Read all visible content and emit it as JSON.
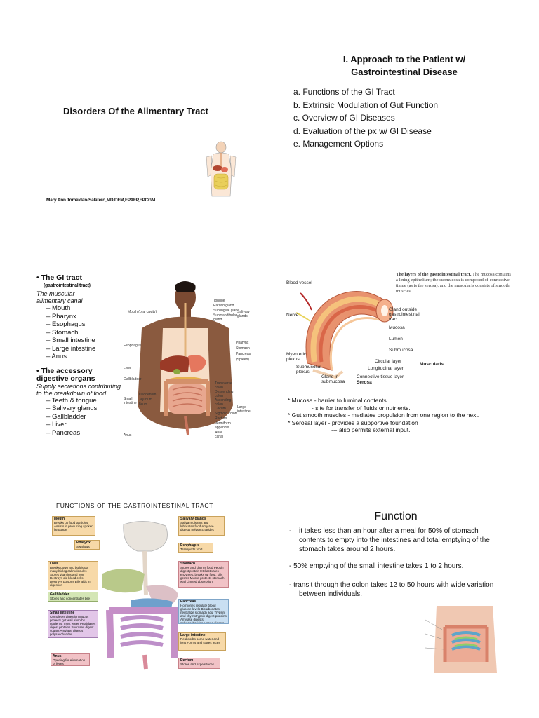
{
  "slide1": {
    "title": "Disorders Of the Alimentary Tract",
    "author": "Mary Ann Tomeldan-Salatero,MD,DFM,FPAFP,FPCGM"
  },
  "slide2": {
    "title_line1": "I. Approach to the Patient w/",
    "title_line2": "Gastrointestinal Disease",
    "items": [
      "a. Functions of the GI Tract",
      "b. Extrinsic Modulation of Gut Function",
      "c. Overview of GI Diseases",
      "d. Evaluation of the px w/ GI Disease",
      "e. Management  Options"
    ]
  },
  "slide3": {
    "gi_title": "The GI tract",
    "gi_sub": "(gastrointestinal tract)",
    "gi_desc": "The muscular alimentary canal",
    "gi_items": [
      "Mouth",
      "Pharynx",
      "Esophagus",
      "Stomach",
      "Small intestine",
      "Large intestine",
      "Anus"
    ],
    "acc_title": "The accessory digestive organs",
    "acc_desc": "Supply secretions contributing to the breakdown of food",
    "acc_items": [
      "Teeth & tongue",
      "Salivary glands",
      "Gallbladder",
      "Liver",
      "Pancreas"
    ],
    "fig_labels_left": [
      "Mouth (oral cavity)",
      "Esophagus",
      "Liver",
      "Gallbladder",
      "Duodenum",
      "Jejunum",
      "Ileum",
      "Small intestine",
      "Anus"
    ],
    "fig_labels_right": [
      "Tongue",
      "Parotid gland",
      "Sublingual gland",
      "Submandibular gland",
      "Salivary glands",
      "Pharynx",
      "Stomach",
      "Pancreas",
      "(Spleen)",
      "Transverse colon",
      "Descending colon",
      "Ascending colon",
      "Cecum",
      "Sigmoid colon",
      "Rectum",
      "Vermiform appendix",
      "Anal canal",
      "Large intestine"
    ]
  },
  "slide4": {
    "caption_bold": "The layers of the gastrointestinal tract.",
    "caption_rest": " The mucosa contains a lining epithelium; the submucosa is composed of connective tissue (as is the serosa), and the muscularis consists of smooth muscles.",
    "labels": [
      "Blood vessel",
      "Nerve",
      "Gland outside gastrointestinal tract",
      "Mucosa",
      "Lumen",
      "Submucosa",
      "Myenteric plexus",
      "Submucosal plexus",
      "Circular layer",
      "Longitudinal layer",
      "Muscularis",
      "Gland in submucosa",
      "Connective tissue layer",
      "Serosa"
    ],
    "notes": [
      "* Mucosa - barrier to luminal contents",
      "- site for transfer of fluids or nutrients.",
      "* Gut smooth muscles - mediates propulsion from one region to the next.",
      "* Serosal layer - provides a supportive foundation",
      "--- also permits external input."
    ]
  },
  "slide5": {
    "title": "FUNCTIONS OF THE GASTROINTESTINAL TRACT",
    "boxes": {
      "mouth_t": "Mouth",
      "mouth_d": "Breaks up food particles Assists in producing spoken language",
      "pharynx_t": "Pharynx",
      "pharynx_d": "Swallows",
      "liver_t": "Liver",
      "liver_d": "Breaks down and builds up many biological molecules Stores vitamins and iron Destroys old blood cells Destroys poisons Bile aids in digestion",
      "gall_t": "Gallbladder",
      "gall_d": "Stores and concentrates bile",
      "small_t": "Small intestine",
      "small_d": "Completes digestion Mucus protects gut wall Absorbs nutrients, most water Peptidases digest proteins Sucrases digest sugars Amylase digests polysaccharides",
      "anus_t": "Anus",
      "anus_d": "Opening for elimination of feces",
      "saliv_t": "Salivary glands",
      "saliv_d": "Saliva moistens and lubricates food Amylase digests polysaccharides",
      "esoph_t": "Esophagus",
      "esoph_d": "Transports food",
      "stom_t": "Stomach",
      "stom_d": "Stores and churns food Pepsin digest protein HCl activates enzymes, breaks up food, kills germs Mucus protects stomach wall Limited absorption",
      "panc_t": "Pancreas",
      "panc_d": "Hormones regulate blood glucose levels Bicarbonates neutralize stomach acid Trypsin and chymotrypsin digest proteins Amylase digests polysaccharides Lipase digests lipids",
      "large_t": "Large intestine",
      "large_d": "Reabsorbs some water and ions Forms and stores feces",
      "rect_t": "Rectum",
      "rect_d": "Stores and expels feces"
    }
  },
  "slide6": {
    "title": "Function",
    "paragraphs": [
      "it takes less than an hour after a meal for 50% of stomach contents to empty into the intestines and total emptying of the stomach takes around 2 hours.",
      "- 50% emptying of the small intestine takes 1 to 2 hours.",
      "- transit through the colon takes 12 to 50 hours with wide variation between individuals."
    ],
    "dash": "-"
  }
}
